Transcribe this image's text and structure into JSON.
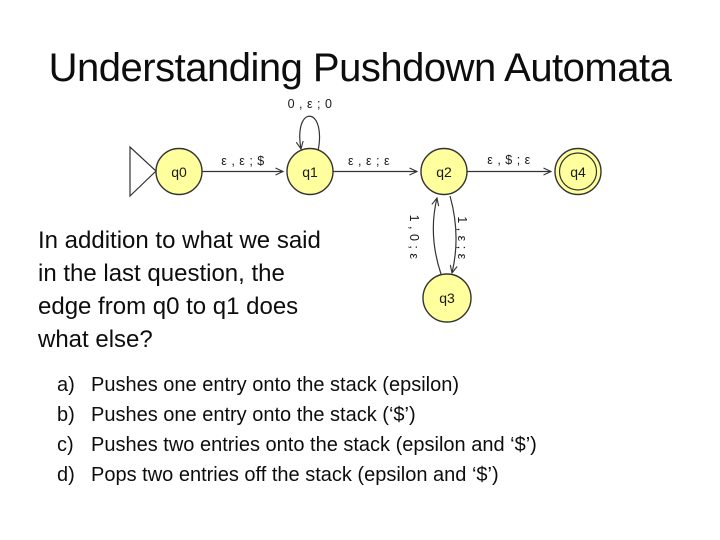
{
  "slide": {
    "title": "Understanding Pushdown Automata",
    "question_lines": [
      "In addition to what we said",
      "in the last question, the",
      "edge from q0 to q1 does",
      "what else?"
    ],
    "options": [
      {
        "letter": "a)",
        "text": "Pushes one entry onto the stack (epsilon)"
      },
      {
        "letter": "b)",
        "text": "Pushes one entry onto the stack (‘$’)"
      },
      {
        "letter": "c)",
        "text": "Pushes two entries onto the stack (epsilon and ‘$’)"
      },
      {
        "letter": "d)",
        "text": "Pops two entries off the stack (epsilon and ‘$’)"
      }
    ]
  },
  "automaton": {
    "states": [
      {
        "id": "q0",
        "label": "q0",
        "type": "start"
      },
      {
        "id": "q1",
        "label": "q1",
        "type": "normal"
      },
      {
        "id": "q2",
        "label": "q2",
        "type": "normal"
      },
      {
        "id": "q3",
        "label": "q3",
        "type": "normal"
      },
      {
        "id": "q4",
        "label": "q4",
        "type": "accept"
      }
    ],
    "edges": [
      {
        "from": "q0",
        "to": "q1",
        "label": "ε , ε ; $"
      },
      {
        "from": "q1",
        "to": "q1",
        "label": "0 , ε ; 0"
      },
      {
        "from": "q1",
        "to": "q2",
        "label": "ε , ε ; ε"
      },
      {
        "from": "q2",
        "to": "q4",
        "label": "ε , $ ; ε"
      },
      {
        "from": "q3",
        "to": "q2",
        "label": "1 , 0 ; ε"
      },
      {
        "from": "q2",
        "to": "q3",
        "label": "1 , ε ; ε"
      }
    ],
    "colors": {
      "state_fill": "#FFFF9E",
      "state_border": "#333333",
      "edge": "#333333"
    }
  }
}
